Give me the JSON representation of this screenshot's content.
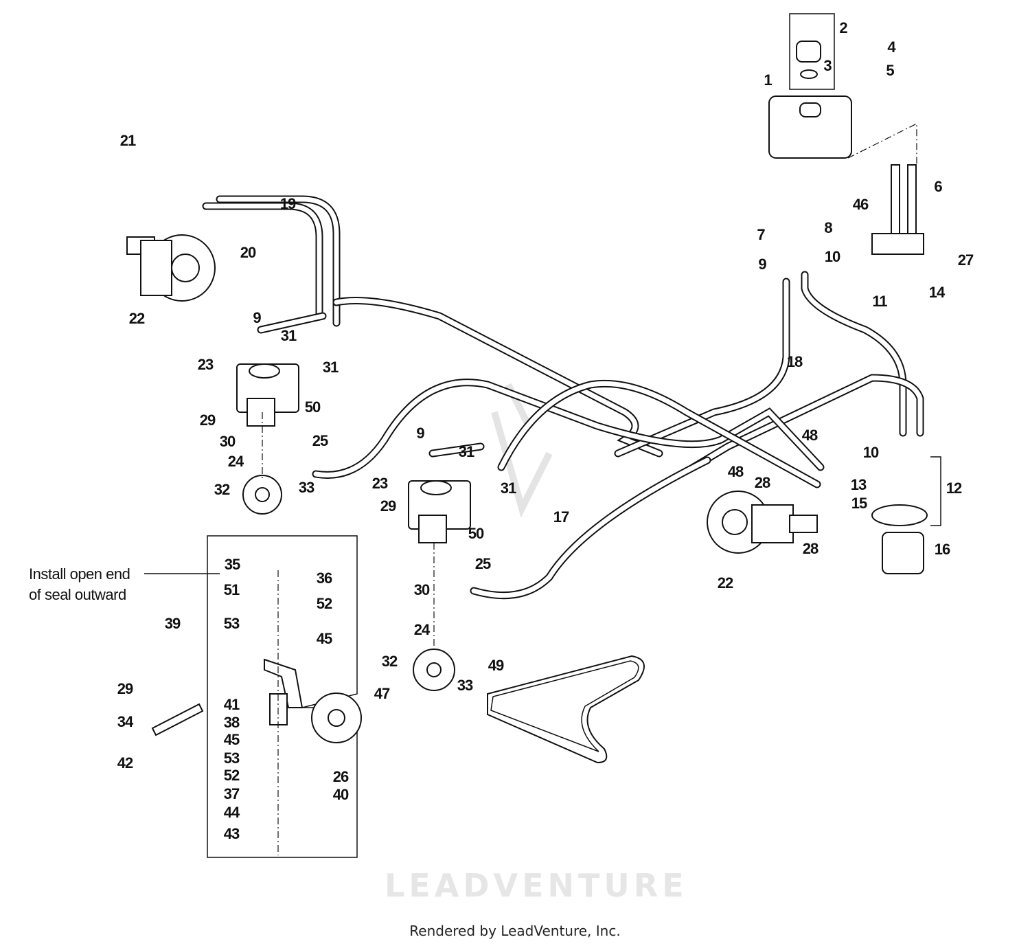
{
  "diagram": {
    "watermark": "LEADVENTURE",
    "note_lines": [
      "Install open end",
      "of seal outward"
    ],
    "footer": "Rendered by LeadVenture, Inc.",
    "callouts": [
      "2",
      "3",
      "4",
      "5",
      "1",
      "6",
      "46",
      "27",
      "14",
      "7",
      "8",
      "9",
      "10",
      "11",
      "18",
      "21",
      "19",
      "20",
      "22",
      "9",
      "31",
      "23",
      "31",
      "50",
      "29",
      "25",
      "30",
      "24",
      "32",
      "33",
      "9",
      "31",
      "23",
      "31",
      "29",
      "50",
      "25",
      "30",
      "17",
      "48",
      "48",
      "28",
      "28",
      "22",
      "10",
      "12",
      "13",
      "15",
      "16",
      "24",
      "32",
      "33",
      "49",
      "47",
      "35",
      "36",
      "51",
      "52",
      "53",
      "45",
      "39",
      "29",
      "34",
      "42",
      "41",
      "38",
      "45",
      "53",
      "52",
      "37",
      "44",
      "43",
      "26",
      "40"
    ]
  }
}
